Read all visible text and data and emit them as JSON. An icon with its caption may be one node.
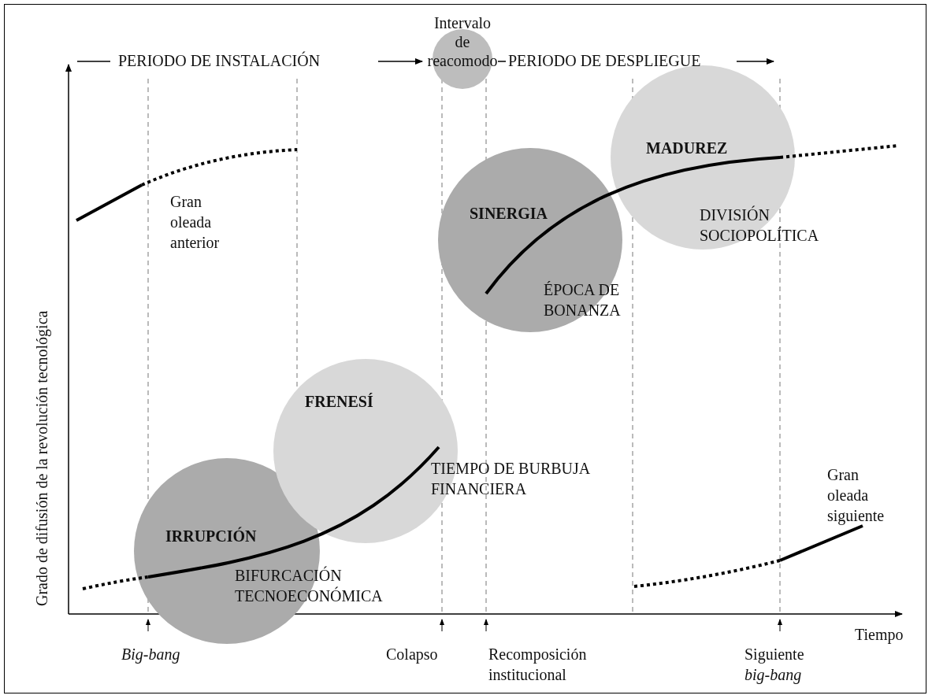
{
  "diagram": {
    "nodes": [
      {
        "text": [
          "IRRUPCIÓN",
          "BIFURCACIÓN TECNOECONÓMICA"
        ]
      },
      {
        "text": [
          "FRENESÍ",
          "TIEMPO DE BURBUJA FINANCIERA"
        ]
      },
      {
        "text": [
          "SINERGIA",
          "ÉPOCA DE BONANZA"
        ]
      },
      {
        "text": [
          "MADUREZ",
          "DIVISIÓN SOCIOPOLÍTICA"
        ]
      },
      {
        "text": [
          "Intervalo de reacomodo"
        ]
      }
    ],
    "edges": [],
    "labels": [
      "PERIODO DE INSTALACIÓN",
      "PERIODO DE DESPLIEGUE",
      "Gran oleada anterior",
      "Gran oleada siguiente",
      "Grado de difusión de la revolución tecnológica",
      "Tiempo",
      "Big-bang",
      "Colapso",
      "Recomposición institucional",
      "Siguiente *big-bang*"
    ]
  }
}
